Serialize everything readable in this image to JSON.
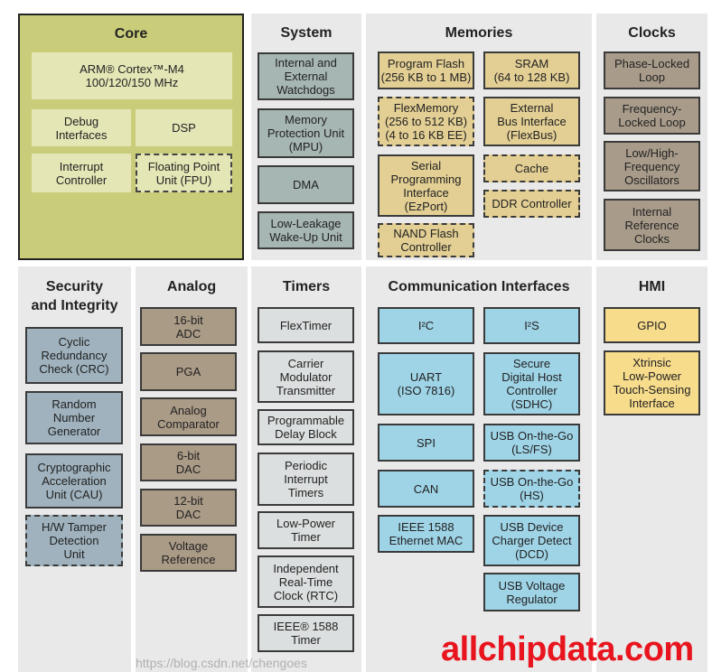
{
  "core": {
    "title": "Core",
    "arm": "ARM® Cortex™-M4\n100/120/150 MHz",
    "debug": "Debug\nInterfaces",
    "dsp": "DSP",
    "interrupt": "Interrupt\nController",
    "fpu": "Floating Point\nUnit (FPU)"
  },
  "system": {
    "title": "System",
    "items": [
      "Internal and\nExternal\nWatchdogs",
      "Memory\nProtection Unit\n(MPU)",
      "DMA",
      "Low-Leakage\nWake-Up Unit"
    ]
  },
  "memories": {
    "title": "Memories",
    "items": [
      "Program Flash\n(256 KB to 1 MB)",
      "SRAM\n(64 to 128 KB)",
      "FlexMemory\n(256 to 512 KB)\n(4 to 16 KB EE)",
      "External\nBus Interface\n(FlexBus)",
      "Serial\nProgramming\nInterface\n(EzPort)",
      "Cache",
      "DDR Controller",
      "NAND Flash\nController"
    ]
  },
  "clocks": {
    "title": "Clocks",
    "items": [
      "Phase-Locked\nLoop",
      "Frequency-\nLocked Loop",
      "Low/High-\nFrequency\nOscillators",
      "Internal\nReference\nClocks"
    ]
  },
  "security": {
    "title": "Security\nand Integrity",
    "items": [
      "Cyclic\nRedundancy\nCheck (CRC)",
      "Random\nNumber\nGenerator",
      "Cryptographic\nAcceleration\nUnit (CAU)",
      "H/W Tamper\nDetection\nUnit"
    ]
  },
  "analog": {
    "title": "Analog",
    "items": [
      "16-bit\nADC",
      "PGA",
      "Analog\nComparator",
      "6-bit\nDAC",
      "12-bit\nDAC",
      "Voltage\nReference"
    ]
  },
  "timers": {
    "title": "Timers",
    "items": [
      "FlexTimer",
      "Carrier\nModulator\nTransmitter",
      "Programmable\nDelay Block",
      "Periodic\nInterrupt\nTimers",
      "Low-Power\nTimer",
      "Independent\nReal-Time\nClock (RTC)",
      "IEEE® 1588\nTimer"
    ]
  },
  "comm": {
    "title": "Communication Interfaces",
    "items": [
      "I²C",
      "I²S",
      "UART\n(ISO 7816)",
      "Secure\nDigital Host\nController\n(SDHC)",
      "SPI",
      "USB On-the-Go\n(LS/FS)",
      "CAN",
      "USB On-the-Go\n(HS)",
      "IEEE 1588\nEthernet MAC",
      "USB Device\nCharger Detect\n(DCD)",
      "USB Voltage\nRegulator"
    ]
  },
  "hmi": {
    "title": "HMI",
    "items": [
      "GPIO",
      "Xtrinsic\nLow-Power\nTouch-Sensing\nInterface"
    ]
  },
  "watermark": {
    "main": "allchipdata.com",
    "url": "https://blog.csdn.net/chengoes"
  }
}
